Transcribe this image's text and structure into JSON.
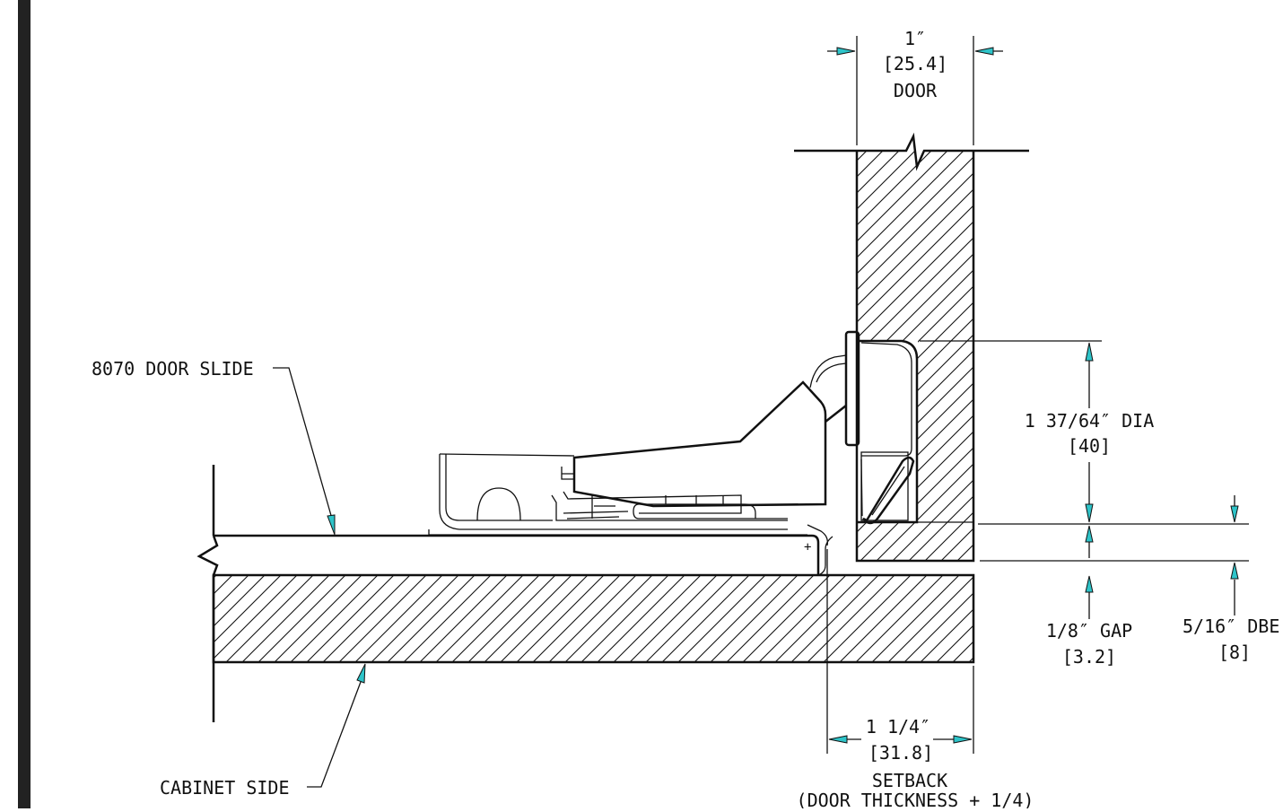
{
  "colors": {
    "line": "#111111",
    "arrow": "#2ec4c9",
    "border": "#222222",
    "background": "#ffffff"
  },
  "labels": {
    "door_slide": "8070 DOOR SLIDE",
    "cabinet_side": "CABINET SIDE"
  },
  "dims": {
    "door_in": "1″",
    "door_mm": "[25.4]",
    "door_name": "DOOR",
    "dia_in": "1 37/64″ DIA",
    "dia_mm": "[40]",
    "gap_in": "1/8″ GAP",
    "gap_mm": "[3.2]",
    "dbe_in": "5/16″ DBE",
    "dbe_mm": "[8]",
    "setback_in": "1 1/4″",
    "setback_mm": "[31.8]",
    "setback_name": "SETBACK",
    "setback_note": "(DOOR THICKNESS + 1/4)"
  }
}
